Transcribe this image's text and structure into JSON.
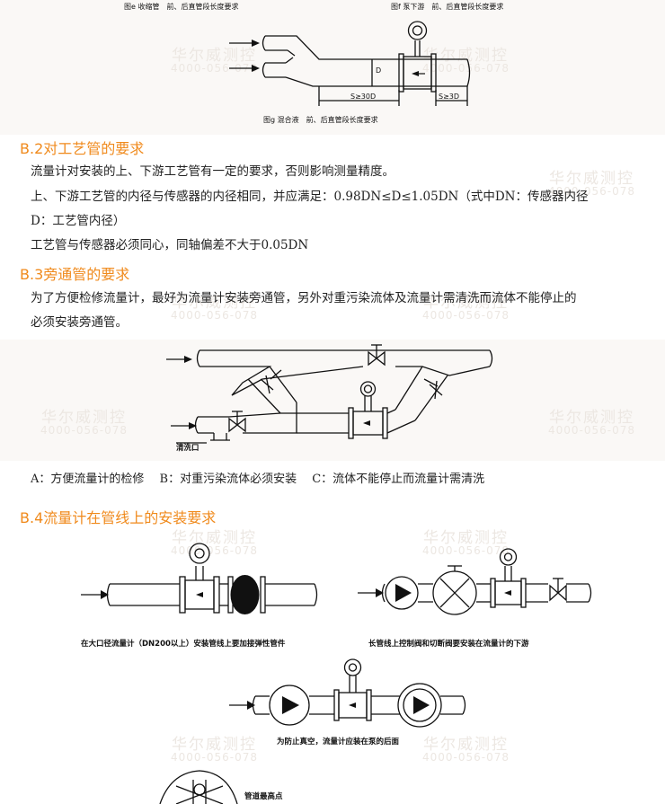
{
  "captions": {
    "fig_e": "图e 收缩管　前、后直管段长度要求",
    "fig_f": "图f 泵下游　前、后直管段长度要求",
    "fig_g": "图g 混合液　前、后直管段长度要求",
    "dim_s30": "S≥30D",
    "dim_s3": "S≥3D",
    "dim_d": "D",
    "cleanout": "清洗口",
    "b4_left": "在大口径流量计（DN200以上）安装管线上要加接弹性管件",
    "b4_right": "长管线上控制阀和切断阀要安装在流量计的下游",
    "b4_pump": "为防止真空，流量计应装在泵的后面",
    "b4_high": "管道最高点"
  },
  "sections": {
    "b2": {
      "title": "B.2对工艺管的要求",
      "lines": [
        "流量计对安装的上、下游工艺管有一定的要求，否则影响测量精度。",
        "上、下游工艺管的内径与传感器的内径相同，并应满足：0.98DN≤D≤1.05DN（式中DN：传感器内径",
        "D：工艺管内径）",
        "工艺管与传感器必须同心，同轴偏差不大于0.05DN"
      ]
    },
    "b3": {
      "title": "B.3旁通管的要求",
      "lines": [
        "为了方便检修流量计，最好为流量计安装旁通管，另外对重污染流体及流量计需清洗而流体不能停止的",
        "必须安装旁通管。"
      ],
      "notes": "A：方便流量计的检修　 B：对重污染流体必须安装　 C：流体不能停止而流量计需清洗"
    },
    "b4": {
      "title": "B.4流量计在管线上的安装要求"
    }
  },
  "watermark": {
    "name": "华尔威测控",
    "phone": "4000-056-078"
  },
  "colors": {
    "accent": "#f08a1c",
    "text": "#222222",
    "line": "#111111",
    "watermark": "#ece7e2",
    "band": "#faf8f6"
  }
}
